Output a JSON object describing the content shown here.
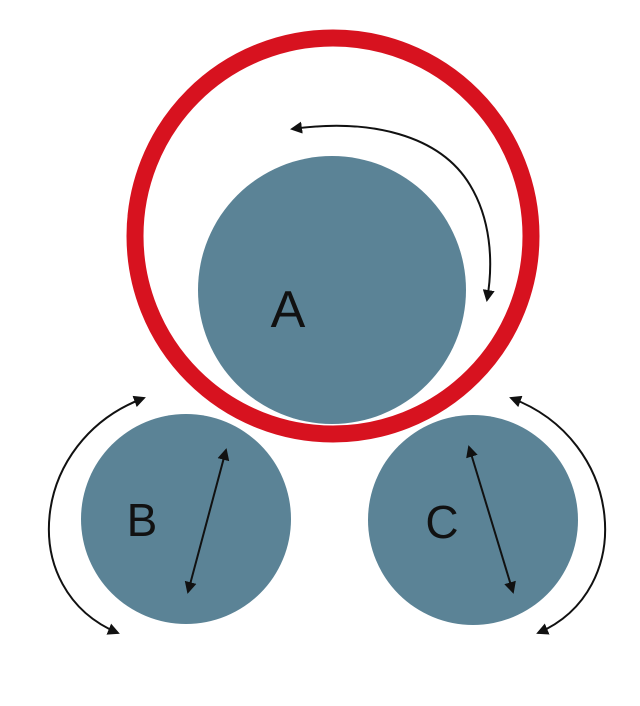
{
  "labels": {
    "a": "A",
    "b": "B",
    "c": "C"
  },
  "colors": {
    "disk_fill": "#5b8396",
    "ring": "#d7121f",
    "arrow": "#111111",
    "label": "#111111",
    "background": "#ffffff"
  }
}
